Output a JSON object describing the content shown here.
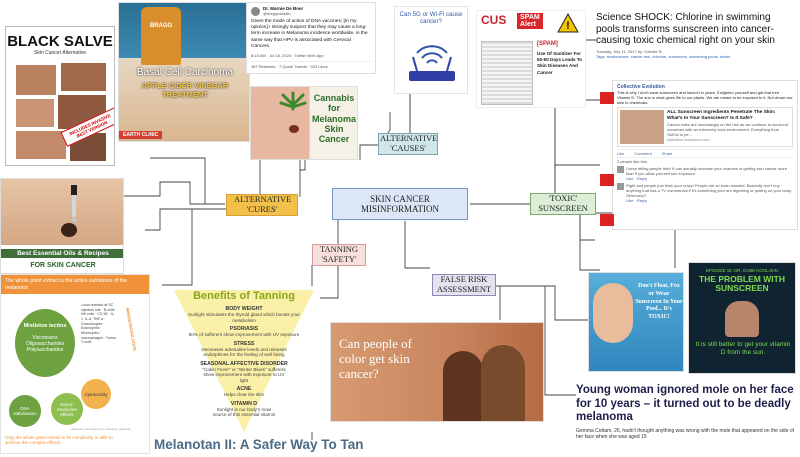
{
  "center": {
    "label": "SKIN CANCER MISINFORMATION",
    "color": "#dbe6f7"
  },
  "categories": [
    {
      "id": "cures",
      "label": "ALTERNATIVE 'CURES'",
      "color": "#f3c14a"
    },
    {
      "id": "causes",
      "label": "ALTERNATIVE 'CAUSES'",
      "color": "#cfe7ea"
    },
    {
      "id": "sunscreen",
      "label": "'TOXIC' SUNSCREEN",
      "color": "#dcefd6"
    },
    {
      "id": "tanning",
      "label": "TANNING 'SAFETY'",
      "color": "#f9dede"
    },
    {
      "id": "risk",
      "label": "FALSE RISK ASSESSMENT",
      "color": "#e4e1f0"
    }
  ],
  "black_salve": {
    "title": "BLACK SALVE",
    "subtitle": "Skin Cancer Alternative",
    "stamp": "INCLUDES INVASIVE BEST VERSION"
  },
  "acv": {
    "brand": "BRAGG",
    "line1": "Basal Cell Carcinoma",
    "line2": "APPLE CIDER VINEGAR TREATMENT",
    "tag": "EARTH CLINIC"
  },
  "tweet": {
    "name": "Dr. Marnie De Boer",
    "handle": "@drsgrpdoa4th",
    "text": "Given the mode of action of DNA vaccines; [In my opinion] I strongly suspect that they may cause a long-term increase in Melanoma incidence worldwide, in the same way that HPV is associated with Cervical Cancers.",
    "meta": "8:15 AM · Jul 18, 2020 · Twitter Web App",
    "stats": "387 Retweets · 7 Quote Tweets · 923 Likes"
  },
  "cannabis": {
    "text": "Cannabis for Melanoma Skin Cancer"
  },
  "wifi": {
    "text": "Can 5G or Wi-Fi cause cancer?"
  },
  "spam": {
    "logo": "CUS",
    "badge1": "SPAM",
    "badge2": "Alert",
    "headline": "[SPAM]",
    "body": "Use Of Sanitizer For 50-60 Days Leads To Skin Diseases And Cancer"
  },
  "chlorine": {
    "title": "Science SHOCK: Chlorine in swimming pools transforms sunscreen into cancer-causing toxic chemical right on your skin",
    "meta": "Tuesday, July 11, 2017 by: Celeste B.",
    "tags": "Tags: avobenzone, cancer risk, chlorine, sunscreen, swimming pools, toxins"
  },
  "fb": {
    "page": "Collective Evolution",
    "post": "This is why I don't wear sunscreen and haven't in years. Enlighten yourself and get that free Vitamin D. The sun is what gives life to our plants. We are meant to be exposed to it. Not drown our skin in chemicals.",
    "link_title": "ALL Sunscreen Ingredients Penetrate The Skin: What's In Your Sunscreen? Is It Safe?",
    "link_text": "Cancer rates are increasingly on the rise as we continue to surround ourselves with an extremely toxic environment. Everything from GMOs to pe...",
    "link_url": "collective-evolution.com",
    "actions": [
      "Like",
      "Comment",
      "Share"
    ],
    "likes": "2 people like this.",
    "comment1": "I keep telling people this!! It can actually increase your chances of getting skin cancer more than if you allow yourself sun exposure.",
    "comment2": "Right and people just think your crazy! People are so brain washed. Basically don't buy anything that has a TV commercial if it's something your are digesting or putting on your body. Obviously!!",
    "comment_actions": "Like · Reply"
  },
  "oils": {
    "title": "Best Essential Oils & Recipes",
    "subtitle": "FOR SKIN CANCER"
  },
  "plant": {
    "header": "The whole plant extract is the active substance of the melanotor",
    "center": "Mistletoe lectins",
    "nodes": [
      "Viscotoxins",
      "Oligosaccharides",
      "Polysaccharides"
    ],
    "cyto": "Cytotoxicity",
    "neuro": "Neuro-endocrine effects",
    "dna": "DNA stabilisation",
    "right_list": "Local reaction at SC injection site · B cells · NK cells · CD 69 · IL-1, IL-6, TNF-α · Granulocytes · Eosinophils · Monocytes / macrophages · Tumor T-cells",
    "immuno": "IMMUNOMODULATION",
    "footer": "Only the whole plant extract in its complexity is able to achieve the complex effects.",
    "credit": "Illustration according to S. Bussing, Hamburg"
  },
  "tanning": {
    "title": "Benefits of Tanning",
    "items": [
      {
        "h": "BODY WEIGHT",
        "t": "Sunlight stimulates the thyroid gland which boosts your metabolism"
      },
      {
        "h": "PSORIASIS",
        "t": "80% of sufferers show improvement with UV exposure"
      },
      {
        "h": "STRESS",
        "t": "Decreases adrenaline levels and releases endorphines for the feeling of well being"
      },
      {
        "h": "SEASONAL AFFECTIVE DISORDER",
        "t": "\"Cabin Fever\" or \"Winter Blues\" sufferers show improvement with exposure to UV light"
      },
      {
        "h": "ACNE",
        "t": "Helps clear the skin"
      },
      {
        "h": "VITAMIN D",
        "t": "Sunlight is our body's main source of this essential vitamin"
      }
    ]
  },
  "melanotan": {
    "text": "Melanotan II: A Safer Way To Tan"
  },
  "color_people": {
    "text": "Can people of color get skin cancer?"
  },
  "dont_float": {
    "text": "Don't Float, Fox or Wear Sunscreen In Your Pool... It's TOXIC!"
  },
  "video": {
    "episode": "EPISODE 16: DR. GABE KOOLJIAN",
    "title": "THE PROBLEM WITH SUNSCREEN",
    "caption": "It is still better to get your vitamin D from the sun."
  },
  "mole": {
    "headline": "Young woman ignored mole on her face for 10 years – it turned out to be deadly melanoma",
    "body": "Gemma Cottam, 26, hadn't thought anything was wrong with the mole that appeared on the side of her face when she was aged 15"
  }
}
